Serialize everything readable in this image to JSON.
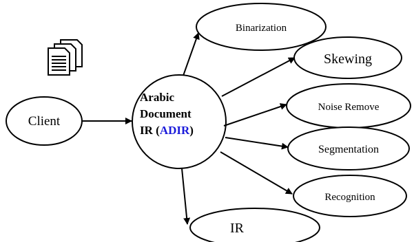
{
  "diagram": {
    "icon": "documents-icon",
    "client": {
      "label": "Client"
    },
    "center": {
      "line1": "Arabic",
      "line2": "Document",
      "line3_prefix": "IR (",
      "line3_highlight": "ADIR",
      "line3_suffix": ")",
      "highlight_color": "#1a1adb"
    },
    "processes": {
      "binarization": "Binarization",
      "skewing": "Skewing",
      "noise_remove": "Noise Remove",
      "segmentation": "Segmentation",
      "recognition": "Recognition",
      "ir": "IR"
    }
  }
}
